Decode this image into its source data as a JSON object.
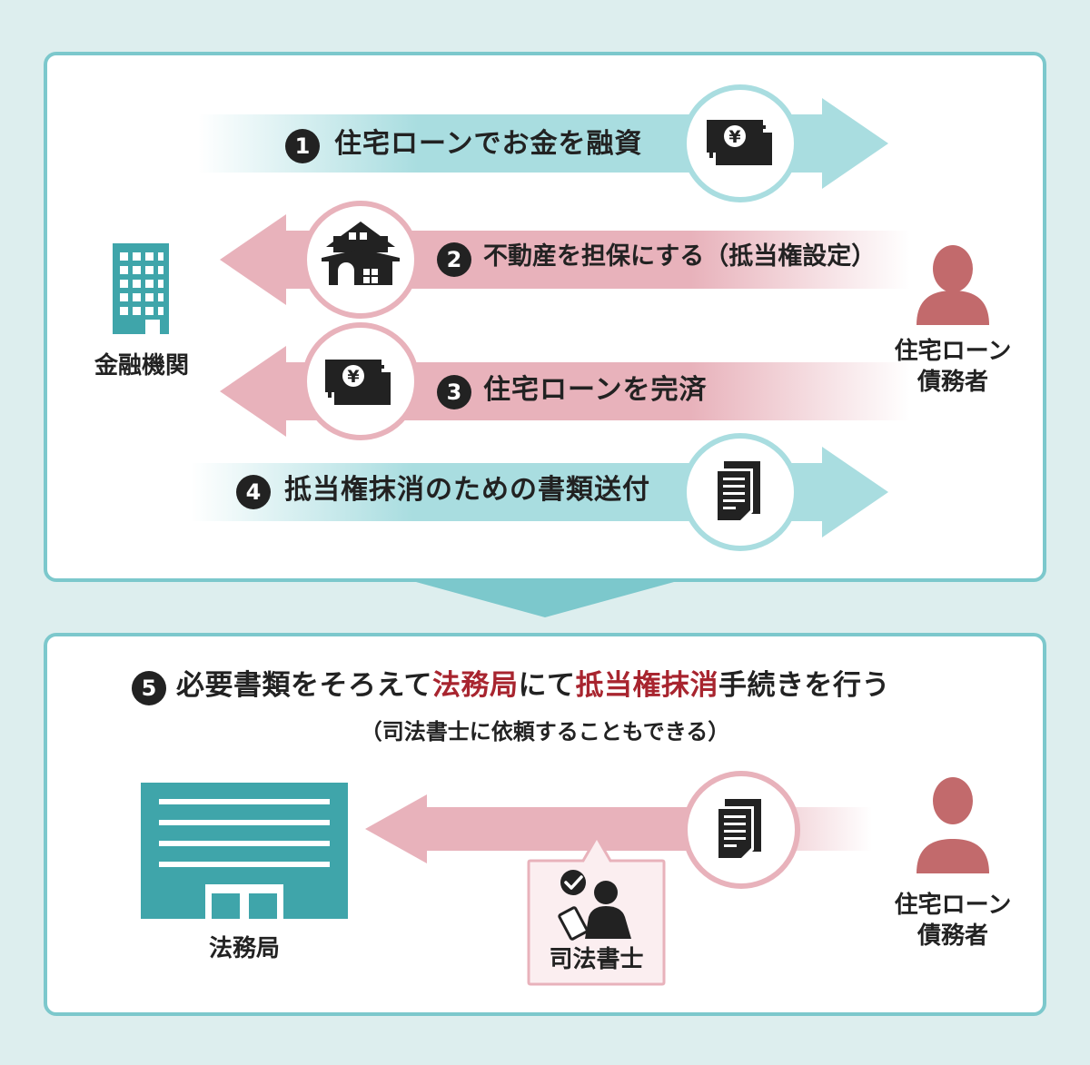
{
  "top": {
    "steps": [
      {
        "number": "1",
        "text": "住宅ローンでお金を融資",
        "direction": "to-debtor",
        "icon": "yen-bills-icon"
      },
      {
        "number": "2",
        "text": "不動産を担保にする（抵当権設定）",
        "direction": "to-bank",
        "icon": "house-icon"
      },
      {
        "number": "3",
        "text": "住宅ローンを完済",
        "direction": "to-bank",
        "icon": "yen-bills-icon"
      },
      {
        "number": "4",
        "text": "抵当権抹消のための書類送付",
        "direction": "to-debtor",
        "icon": "documents-icon"
      }
    ],
    "bank_label": "金融機関",
    "debtor_label_line1": "住宅ローン",
    "debtor_label_line2": "債務者"
  },
  "bottom": {
    "step_number": "5",
    "heading_part1": "必要書類をそろえて",
    "heading_highlight1": "法務局",
    "heading_part2": "にて",
    "heading_highlight2": "抵当権抹消",
    "heading_part3": "手続きを行う",
    "subheading": "（司法書士に依頼することもできる）",
    "bureau_label": "法務局",
    "scrivener_label": "司法書士",
    "debtor_label_line1": "住宅ローン",
    "debtor_label_line2": "債務者"
  },
  "colors": {
    "teal": "#7cc8cc",
    "teal_dark": "#3fa5aa",
    "pink": "#e5a3ae",
    "pink_dark": "#c26a6c",
    "highlight": "#a8252f"
  }
}
